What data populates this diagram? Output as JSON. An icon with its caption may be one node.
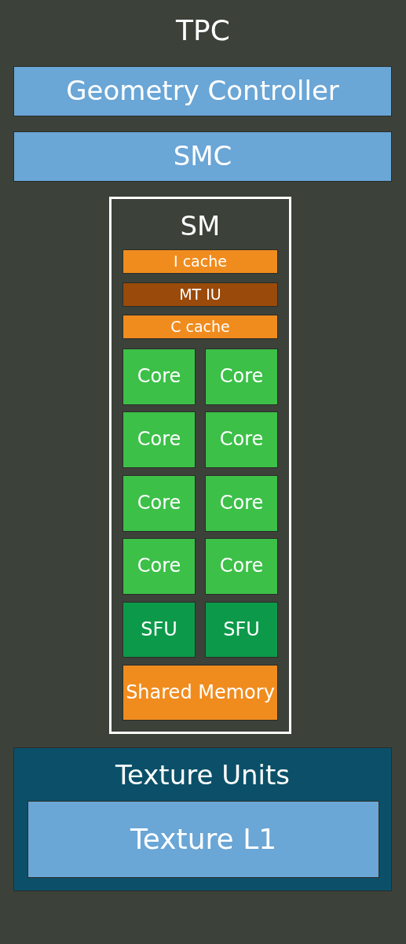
{
  "diagram": {
    "nodes": [
      {
        "text": [
          "TPC"
        ]
      },
      {
        "text": [
          "Geometry Controller"
        ],
        "in": 0
      },
      {
        "text": [
          "SMC"
        ],
        "in": 0
      },
      {
        "text": [
          "SM"
        ],
        "in": 0
      },
      {
        "text": [
          "I cache"
        ],
        "in": 3
      },
      {
        "text": [
          "MT IU"
        ],
        "in": 3
      },
      {
        "text": [
          "C cache"
        ],
        "in": 3
      },
      {
        "text": [
          "Core"
        ],
        "in": 3
      },
      {
        "text": [
          "Core"
        ],
        "in": 3
      },
      {
        "text": [
          "Core"
        ],
        "in": 3
      },
      {
        "text": [
          "Core"
        ],
        "in": 3
      },
      {
        "text": [
          "Core"
        ],
        "in": 3
      },
      {
        "text": [
          "Core"
        ],
        "in": 3
      },
      {
        "text": [
          "Core"
        ],
        "in": 3
      },
      {
        "text": [
          "Core"
        ],
        "in": 3
      },
      {
        "text": [
          "SFU"
        ],
        "in": 3
      },
      {
        "text": [
          "SFU"
        ],
        "in": 3
      },
      {
        "text": [
          "Shared Memory"
        ],
        "in": 3
      },
      {
        "text": [
          "Texture Units"
        ],
        "in": 0
      },
      {
        "text": [
          "Texture L1"
        ],
        "in": 18
      }
    ],
    "edges": []
  }
}
